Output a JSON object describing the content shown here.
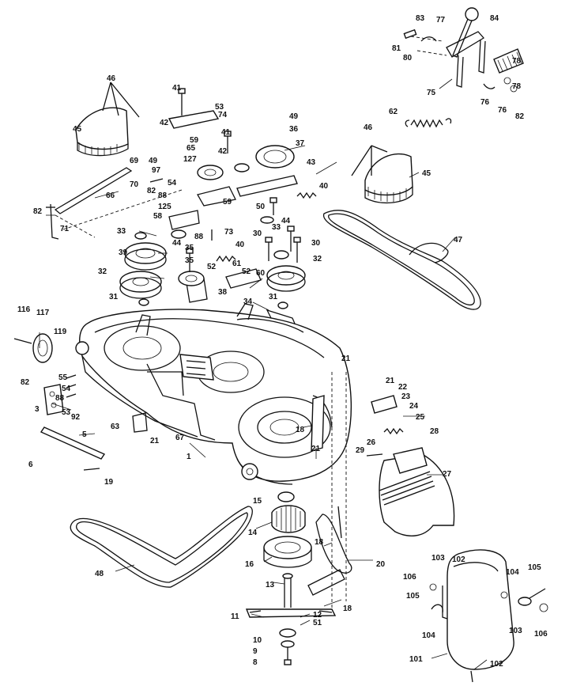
{
  "header": {
    "fragment": ""
  },
  "parts": {
    "p1": "1",
    "p3": "3",
    "p5": "5",
    "p6": "6",
    "p8": "8",
    "p9": "9",
    "p10": "10",
    "p11": "11",
    "p12": "12",
    "p13": "13",
    "p14": "14",
    "p15": "15",
    "p16": "16",
    "p18": "18",
    "p19": "19",
    "p20": "20",
    "p21": "21",
    "p22": "22",
    "p23": "23",
    "p24": "24",
    "p25": "25",
    "p26": "26",
    "p27": "27",
    "p28": "28",
    "p29": "29",
    "p30": "30",
    "p31": "31",
    "p32": "32",
    "p33": "33",
    "p34": "34",
    "p35": "35",
    "p36": "36",
    "p37": "37",
    "p38": "38",
    "p39": "39",
    "p40": "40",
    "p41": "41",
    "p42": "42",
    "p43": "43",
    "p44": "44",
    "p45": "45",
    "p46": "46",
    "p47": "47",
    "p48": "48",
    "p49": "49",
    "p50": "50",
    "p51": "51",
    "p52": "52",
    "p53": "53",
    "p54": "54",
    "p55": "55",
    "p58": "58",
    "p59": "59",
    "p60": "60",
    "p61": "61",
    "p62": "62",
    "p63": "63",
    "p65": "65",
    "p66": "66",
    "p67": "67",
    "p69": "69",
    "p70": "70",
    "p71": "71",
    "p73": "73",
    "p74": "74",
    "p75": "75",
    "p76": "76",
    "p77": "77",
    "p78": "78",
    "p80": "80",
    "p81": "81",
    "p82": "82",
    "p83": "83",
    "p84": "84",
    "p88": "88",
    "p92": "92",
    "p97": "97",
    "p101": "101",
    "p102": "102",
    "p103": "103",
    "p104": "104",
    "p105": "105",
    "p106": "106",
    "p116": "116",
    "p117": "117",
    "p119": "119",
    "p125": "125",
    "p127": "127"
  }
}
